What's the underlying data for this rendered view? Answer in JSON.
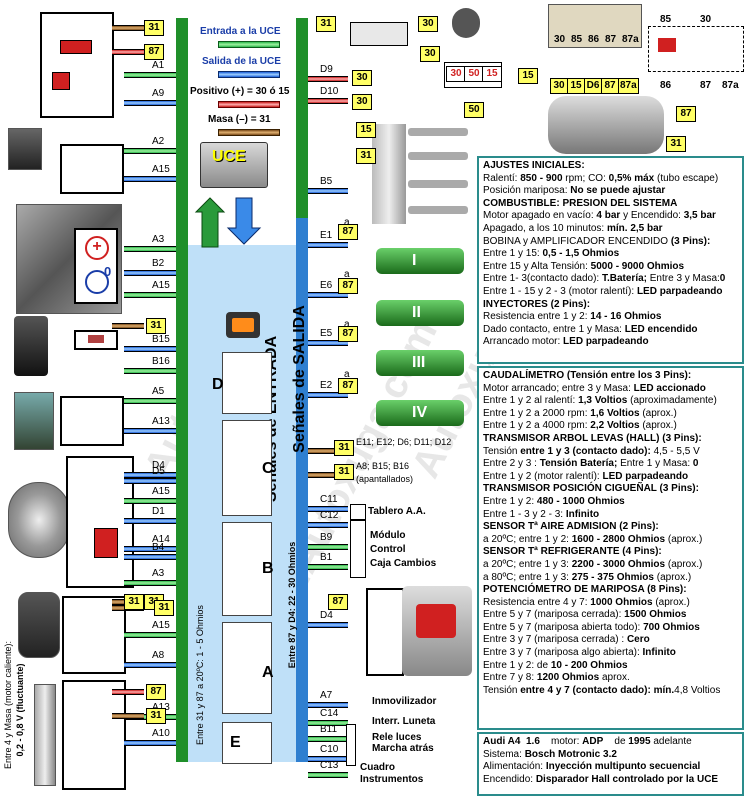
{
  "legend": {
    "input_label": "Entrada a la UCE",
    "output_label": "Salida de la UCE",
    "positive_label": "Positivo (+) = 30 ó 15",
    "ground_label": "Masa (–) = 31"
  },
  "ecu": {
    "title": "UCE",
    "inputs_label": "Señales de ENTRADA",
    "outputs_label": "Señales de SALIDA",
    "connectors": [
      "D",
      "C",
      "B",
      "A",
      "E"
    ],
    "left_voltage_note": "Entre 31 y 87 a 20ºC: 1 - 5 Ohmios",
    "right_voltage_note": "Entre 87 y D4: 22 - 30 Ohmios"
  },
  "left_pins": [
    "A1",
    "A9",
    "A2",
    "A15",
    "A3",
    "B2",
    "A15",
    "B15",
    "B16",
    "A5",
    "A13",
    "D4",
    "D5",
    "A15",
    "D1",
    "A14",
    "B4",
    "A3",
    "A15",
    "A8",
    "A13",
    "A10"
  ],
  "left_badges": [
    "31",
    "87",
    "31",
    "31",
    "31",
    "31",
    "87",
    "31"
  ],
  "right_pins": [
    "D9",
    "D10",
    "B5",
    "E1",
    "E6",
    "E5",
    "E2",
    "E11; E12; D6; D11; D12",
    "A8; B15; B16",
    "C11",
    "C12",
    "B9",
    "B1",
    "D4",
    "A7",
    "C14",
    "B11",
    "C10",
    "C13"
  ],
  "right_badges": [
    "30",
    "30",
    "15",
    "31",
    "87",
    "87",
    "87",
    "87",
    "31",
    "31",
    "87"
  ],
  "right_pin_notes": {
    "e11_group": "(apantallados)"
  },
  "right_labels": {
    "tablero": "Tablero A.A.",
    "modulo": "Módulo",
    "control": "Control",
    "caja": "Caja Cambios",
    "inmovilizador": "Inmovilizador",
    "luneta": "Interr. Luneta",
    "rele_luces": "Rele luces",
    "marcha_atras": "Marcha atrás",
    "cuadro": "Cuadro",
    "instrumentos": "Instrumentos"
  },
  "injectors": [
    "I",
    "II",
    "III",
    "IV"
  ],
  "injector_pin_a": "a",
  "ignition_switch": {
    "pins": [
      "30",
      "50",
      "15"
    ],
    "outer": [
      "30",
      "30",
      "15",
      "50"
    ]
  },
  "relay": {
    "top_labels": [
      "30",
      "85",
      "86",
      "87",
      "87a"
    ],
    "bottom_labels": [
      "30",
      "15",
      "D6",
      "87",
      "87a"
    ],
    "diagram_labels": [
      "85",
      "30",
      "86",
      "87",
      "87a"
    ]
  },
  "battery_badges": [
    "31",
    "30"
  ],
  "left_bottom_note": "Entre 4 y Masa (motor caliente):",
  "left_bottom_note2": "0,2 - 0,8 V (fluctuante)",
  "panel1": {
    "title": "AJUSTES INICIALES:",
    "lines": [
      [
        "Ralentí: ",
        "850 - 900",
        " rpm; CO: ",
        "0,5% máx",
        " (tubo escape)"
      ],
      [
        "Posición mariposa: ",
        "No se puede ajustar"
      ],
      [
        "COMBUSTIBLE:",
        " PRESION DEL SISTEMA"
      ],
      [
        "Motor apagado en vacío: ",
        "4 bar",
        " y Encendido: ",
        "3,5 bar"
      ],
      [
        "Apagado, a los 10 minutos: ",
        "mín. 2,5 bar"
      ],
      [
        "BOBINA y AMPLIFICADOR ENCENDIDO",
        " (3 Pins):"
      ],
      [
        "Entre 1 y 15: ",
        "0,5 - 1,5 Ohmios"
      ],
      [
        "Entre 15 y Alta Tensión: ",
        "5000 - 9000 Ohmios"
      ],
      [
        "Entre 1- 3(contacto dado): ",
        "T.Batería;",
        " Entre 3 y Masa:",
        "0"
      ],
      [
        "Entre 1 - 15 y 2 - 3 (motor ralentí): ",
        "LED parpadeando"
      ],
      [
        "INYECTORES",
        " (2 Pins):"
      ],
      [
        "Resistencia entre 1 y 2: ",
        "14 - 16 Ohmios"
      ],
      [
        "Dado contacto, entre 1 y Masa: ",
        "LED encendido"
      ],
      [
        "Arrancado motor: ",
        "LED parpadeando"
      ]
    ]
  },
  "panel2": {
    "lines": [
      [
        "CAUDALÍMETRO",
        " (Tensión entre los 3 Pins):"
      ],
      [
        "Motor arrancado; entre 3 y Masa: ",
        "LED accionado"
      ],
      [
        "Entre 1 y 2 al ralentí: ",
        "1,3 Voltios",
        " (aproximadamente)"
      ],
      [
        "Entre 1 y 2 a 2000 rpm: ",
        "1,6 Voltios",
        " (aprox.)"
      ],
      [
        "Entre 1 y 2 a 4000 rpm: ",
        "2,2 Voltios",
        " (aprox.)"
      ],
      [
        "TRANSMISOR ARBOL LEVAS (HALL)",
        " (3 Pins):"
      ],
      [
        "Tensión",
        " entre 1 y 3 (contacto dado): ",
        "4,5 - 5,5 V"
      ],
      [
        "Entre 2 y 3 : ",
        "Tensión Batería;",
        " Entre 1 y Masa: ",
        "0"
      ],
      [
        "Entre 1 y 2 (motor ralentí): ",
        "LED parpadeando"
      ],
      [
        "TRANSMISOR POSICIÓN CIGUEÑAL",
        " (3 Pins):"
      ],
      [
        "Entre 1 y 2: ",
        "480 - 1000 Ohmios"
      ],
      [
        "Entre 1 - 3 y 2 - 3: ",
        "Infinito"
      ],
      [
        "SENSOR Tª AIRE ADMISION",
        " (2 Pins):"
      ],
      [
        "a 20ºC; entre 1 y 2: ",
        "1600 - 2800 Ohmios",
        " (aprox.)"
      ],
      [
        "SENSOR Tª REFRIGERANTE",
        " (4 Pins):"
      ],
      [
        "a 20ºC; entre 1 y 3: ",
        "2200 - 3000 Ohmios",
        " (aprox.)"
      ],
      [
        "a 80ºC; entre 1 y 3:   ",
        "275  -  375 Ohmios",
        " (aprox.)"
      ],
      [
        "POTENCIÓMETRO DE MARIPOSA",
        " (8 Pins):"
      ],
      [
        "Resistencia  entre 4 y 7: ",
        "1000 Ohmios",
        " (aprox.)"
      ],
      [
        "Entre 5 y 7 (mariposa cerrada): ",
        "1500 Ohmios"
      ],
      [
        "Entre 5 y 7 (mariposa abierta todo): ",
        "700 Ohmios"
      ],
      [
        "Entre 3 y 7 (mariposa cerrada) : ",
        "Cero"
      ],
      [
        "Entre 3 y 7 (mariposa algo abierta): ",
        "Infinito"
      ],
      [
        "Entre 1 y 2: de ",
        "10 - 200 Ohmios"
      ],
      [
        "Entre 7 y 8: ",
        "1200 Ohmios",
        " aprox."
      ],
      [
        "Tensión",
        " entre 4 y 7 (contacto dado): mín.",
        "4,8 Voltios"
      ]
    ]
  },
  "panel3": {
    "model": "Audi A4",
    "version": "1.6",
    "motor_label": "motor:",
    "motor": "ADP",
    "year_pre": "de",
    "year": "1995",
    "year_post": "adelante",
    "system_label": "Sistema: ",
    "system": "Bosch Motronic 3.2",
    "feed_label": "Alimentación: ",
    "feed": "Inyección multipunto secuencial",
    "ign_label": "Encendido: ",
    "ign": "Disparador Hall controlado por la UCE"
  },
  "watermark": [
    "Autoxuga.com",
    "www.Autoxuga.com",
    "Autoxuga-Oceana"
  ],
  "colors": {
    "frame_green": "#1f8f2a",
    "ecu_blue": "#bfe0f8",
    "panel_border": "#2a8c8c",
    "badge_yellow": "#ffff66"
  }
}
